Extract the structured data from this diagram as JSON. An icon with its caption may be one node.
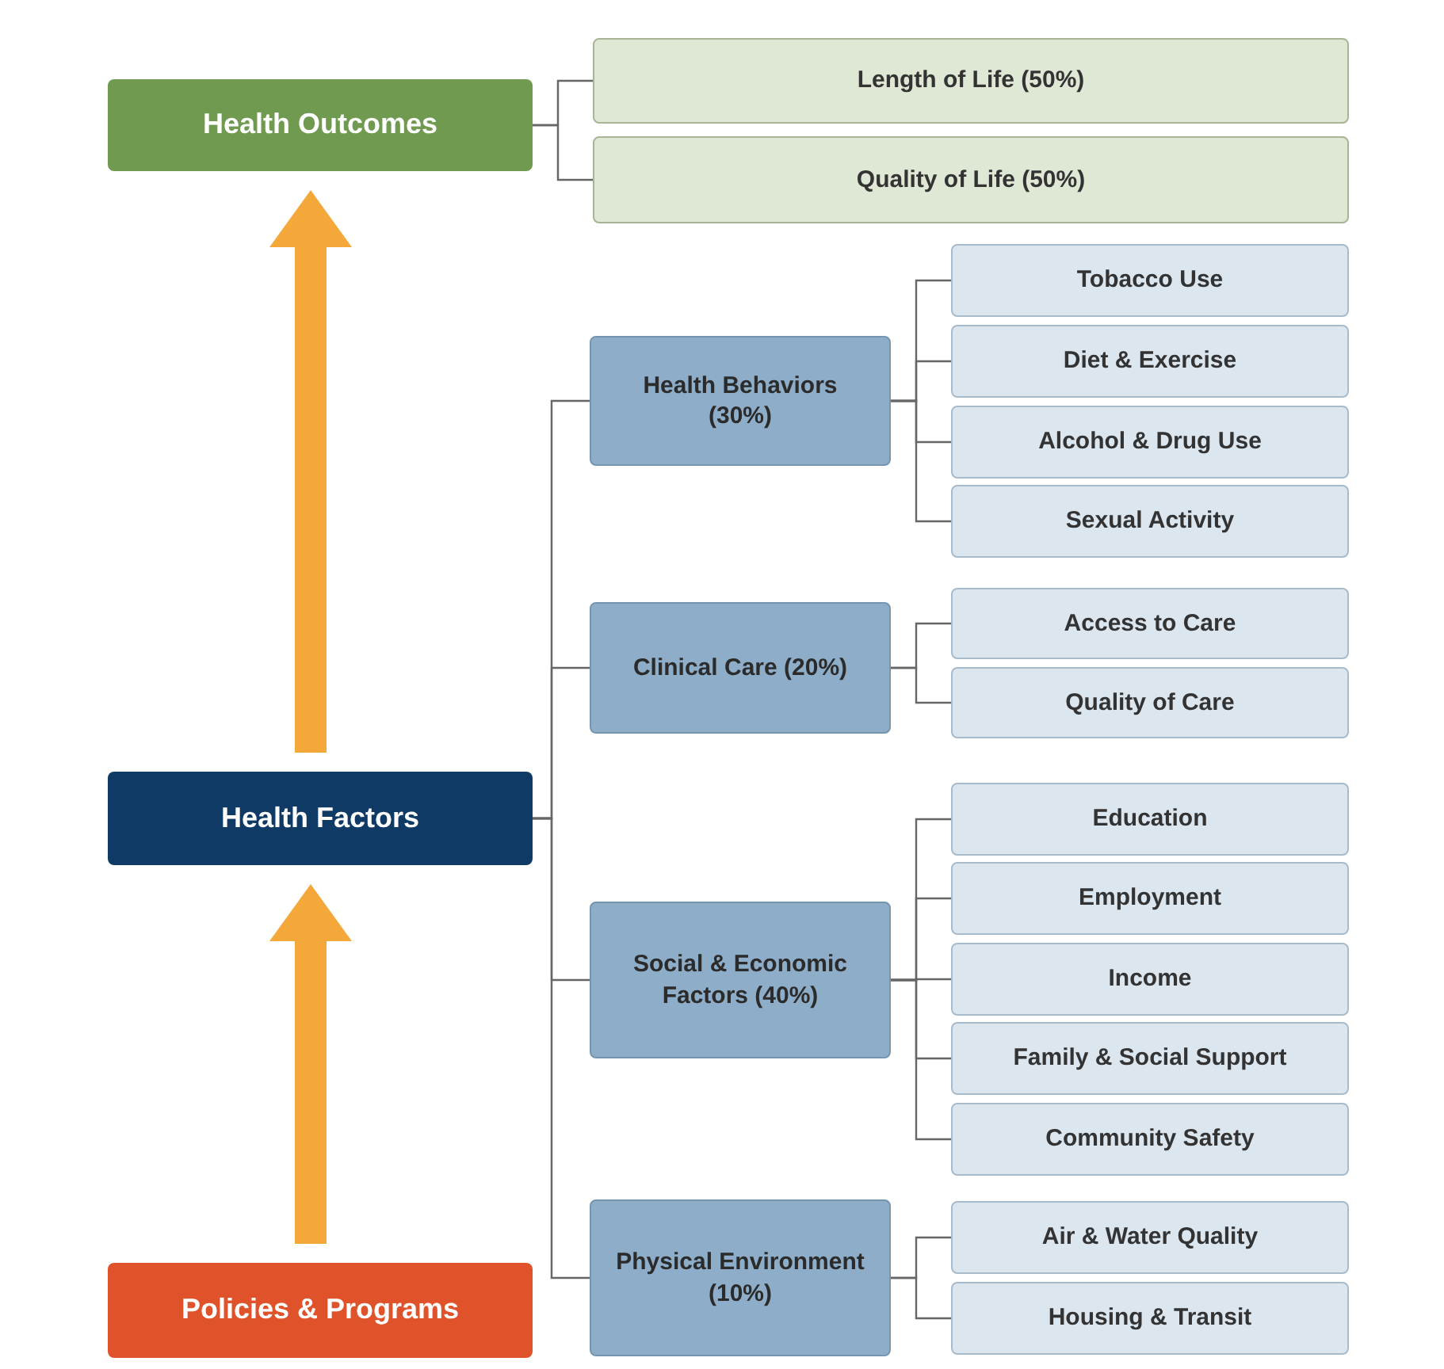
{
  "diagram": {
    "nodes": [
      {
        "text": [
          "Health Outcomes"
        ]
      },
      {
        "text": [
          "Length of Life (50%)"
        ]
      },
      {
        "text": [
          "Quality of Life (50%)"
        ]
      },
      {
        "text": [
          "Health Factors"
        ]
      },
      {
        "text": [
          "Health Behaviors (30%)"
        ]
      },
      {
        "text": [
          "Tobacco Use"
        ]
      },
      {
        "text": [
          "Diet & Exercise"
        ]
      },
      {
        "text": [
          "Alcohol & Drug Use"
        ]
      },
      {
        "text": [
          "Sexual Activity"
        ]
      },
      {
        "text": [
          "Clinical Care (20%)"
        ]
      },
      {
        "text": [
          "Access to Care"
        ]
      },
      {
        "text": [
          "Quality of Care"
        ]
      },
      {
        "text": [
          "Social & Economic Factors (40%)"
        ]
      },
      {
        "text": [
          "Education"
        ]
      },
      {
        "text": [
          "Employment"
        ]
      },
      {
        "text": [
          "Income"
        ]
      },
      {
        "text": [
          "Family & Social Support"
        ]
      },
      {
        "text": [
          "Community Safety"
        ]
      },
      {
        "text": [
          "Physical Environment (10%)"
        ]
      },
      {
        "text": [
          "Air & Water Quality"
        ]
      },
      {
        "text": [
          "Housing & Transit"
        ]
      },
      {
        "text": [
          "Policies & Programs"
        ]
      }
    ],
    "edges": [
      {
        "from": 0,
        "to": 1,
        "arrow": "none"
      },
      {
        "from": 0,
        "to": 2,
        "arrow": "none"
      },
      {
        "from": 3,
        "to": 0,
        "arrow": "to",
        "style": "thick",
        "color": "#f5a83a"
      },
      {
        "from": 3,
        "to": 4,
        "arrow": "none"
      },
      {
        "from": 3,
        "to": 9,
        "arrow": "none"
      },
      {
        "from": 3,
        "to": 12,
        "arrow": "none"
      },
      {
        "from": 3,
        "to": 18,
        "arrow": "none"
      },
      {
        "from": 4,
        "to": 5,
        "arrow": "none"
      },
      {
        "from": 4,
        "to": 6,
        "arrow": "none"
      },
      {
        "from": 4,
        "to": 7,
        "arrow": "none"
      },
      {
        "from": 4,
        "to": 8,
        "arrow": "none"
      },
      {
        "from": 9,
        "to": 10,
        "arrow": "none"
      },
      {
        "from": 9,
        "to": 11,
        "arrow": "none"
      },
      {
        "from": 12,
        "to": 13,
        "arrow": "none"
      },
      {
        "from": 12,
        "to": 14,
        "arrow": "none"
      },
      {
        "from": 12,
        "to": 15,
        "arrow": "none"
      },
      {
        "from": 12,
        "to": 16,
        "arrow": "none"
      },
      {
        "from": 12,
        "to": 17,
        "arrow": "none"
      },
      {
        "from": 18,
        "to": 19,
        "arrow": "none"
      },
      {
        "from": 18,
        "to": 20,
        "arrow": "none"
      },
      {
        "from": 21,
        "to": 3,
        "arrow": "to",
        "style": "thick",
        "color": "#f5a83a"
      }
    ]
  }
}
